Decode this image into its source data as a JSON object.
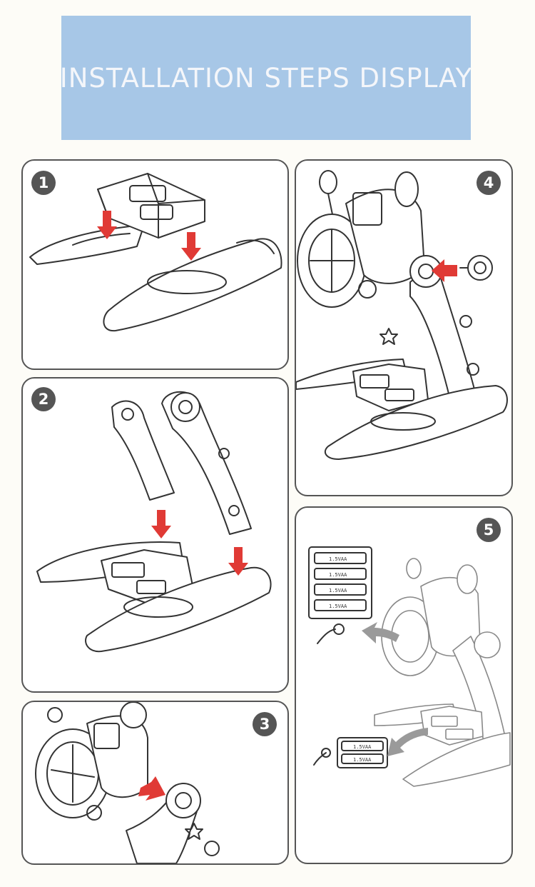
{
  "banner": {
    "title": "INSTALLATION  STEPS  DISPLAY"
  },
  "steps": [
    {
      "number": "1"
    },
    {
      "number": "2"
    },
    {
      "number": "3"
    },
    {
      "number": "4"
    },
    {
      "number": "5"
    }
  ],
  "battery_label": "1.5VAA",
  "colors": {
    "banner_bg": "#a7c7e7",
    "badge_bg": "#555555",
    "arrow": "#e03a35",
    "removal_arrow": "#9a9a9a"
  }
}
